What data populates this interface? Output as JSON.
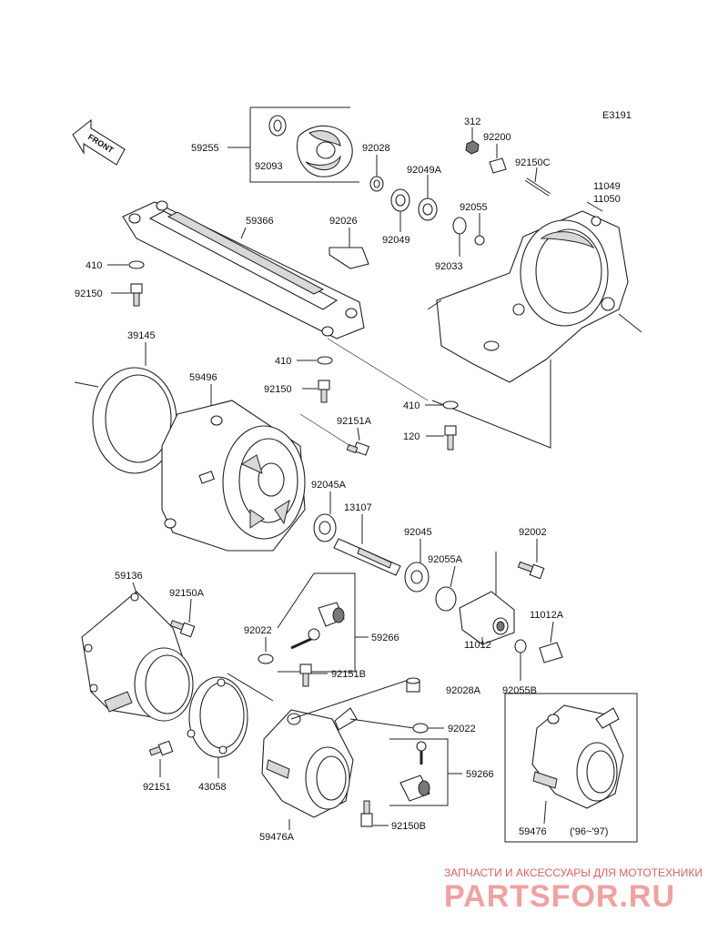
{
  "diagram": {
    "code": "E3191",
    "front_label": "FRONT",
    "part_numbers": {
      "p59255": "59255",
      "p92093": "92093",
      "p92028": "92028",
      "p312": "312",
      "p92200": "92200",
      "p92150C": "92150C",
      "p11049": "11049",
      "p11050": "11050",
      "p92049A": "92049A",
      "p92055_top": "92055",
      "p92049": "92049",
      "p92033": "92033",
      "p59366": "59366",
      "p92026": "92026",
      "p410_a": "410",
      "p92150_a": "92150",
      "p39145": "39145",
      "p410_b": "410",
      "p59496": "59496",
      "p92150_b": "92150",
      "p410_c": "410",
      "p92151A": "92151A",
      "p120": "120",
      "p92045A": "92045A",
      "p13107": "13107",
      "p92045": "92045",
      "p92002": "92002",
      "p92055A": "92055A",
      "p59136": "59136",
      "p92150A": "92150A",
      "p92022_a": "92022",
      "p59266_a": "59266",
      "p11012A": "11012A",
      "p11012": "11012",
      "p92028A": "92028A",
      "p92055B": "92055B",
      "p92151B": "92151B",
      "p92022_b": "92022",
      "p59266_b": "59266",
      "p92151": "92151",
      "p43058": "43058",
      "p59476A": "59476A",
      "p92150B": "92150B",
      "p59476": "59476",
      "years": "('96~'97)"
    }
  },
  "watermark": {
    "line1": "ЗАПЧАСТИ И АКСЕССУАРЫ ДЛЯ МОТОТЕХНИКИ",
    "line2": "PARTSFOR.RU"
  }
}
